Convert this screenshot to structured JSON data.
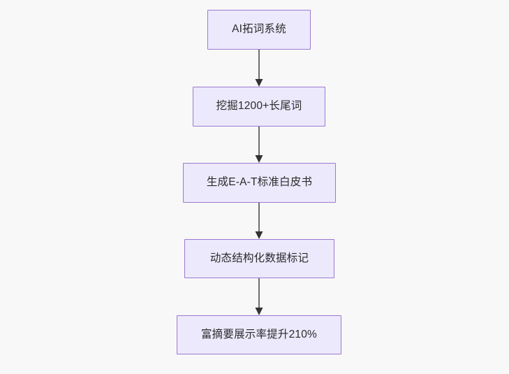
{
  "diagram": {
    "type": "flowchart",
    "direction": "top-to-bottom",
    "background_color": "#f8f8f8",
    "node_fill_color": "#ece9fc",
    "node_border_color": "#9b79d0",
    "node_text_color": "#2b2b2b",
    "edge_line_color": "#6e6e6e",
    "edge_arrow_color": "#333333",
    "nodes": [
      {
        "id": "n1",
        "label": "AI拓词系统"
      },
      {
        "id": "n2",
        "label": "挖掘1200+长尾词"
      },
      {
        "id": "n3",
        "label": "生成E-A-T标准白皮书"
      },
      {
        "id": "n4",
        "label": "动态结构化数据标记"
      },
      {
        "id": "n5",
        "label": "富摘要展示率提升210%"
      }
    ],
    "edges": [
      {
        "id": "e1",
        "from": "n1",
        "to": "n2",
        "label": ""
      },
      {
        "id": "e2",
        "from": "n2",
        "to": "n3",
        "label": ""
      },
      {
        "id": "e3",
        "from": "n3",
        "to": "n4",
        "label": ""
      },
      {
        "id": "e4",
        "from": "n4",
        "to": "n5",
        "label": ""
      }
    ]
  }
}
